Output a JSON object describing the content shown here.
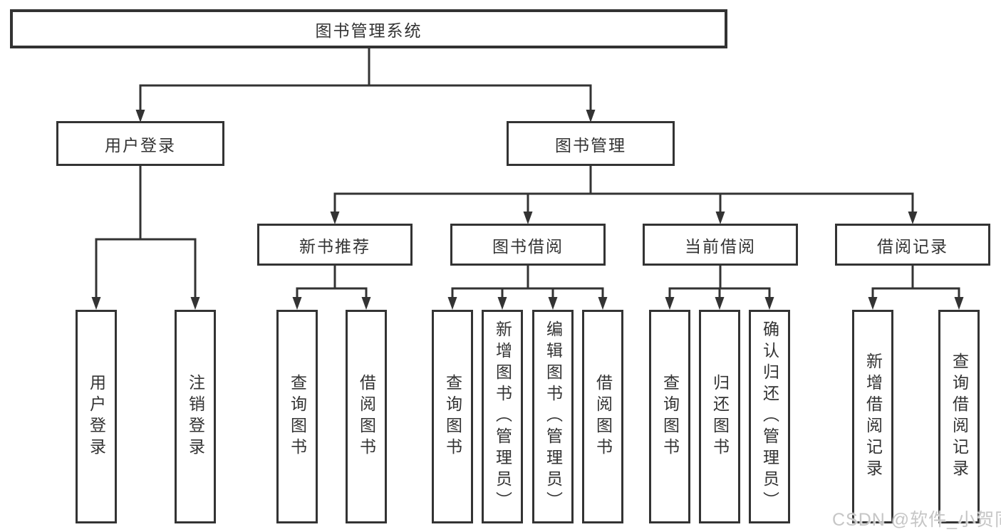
{
  "diagram": {
    "root": {
      "label": "图书管理系统"
    },
    "branches": [
      {
        "label": "用户登录",
        "children": [
          {
            "label": "用户登录"
          },
          {
            "label": "注销登录"
          }
        ]
      },
      {
        "label": "图书管理",
        "children": [
          {
            "label": "新书推荐",
            "children": [
              {
                "label": "查询图书"
              },
              {
                "label": "借阅图书"
              }
            ]
          },
          {
            "label": "图书借阅",
            "children": [
              {
                "label": "查询图书"
              },
              {
                "label": "新增图书（管理员）"
              },
              {
                "label": "编辑图书（管理员）"
              },
              {
                "label": "借阅图书"
              }
            ]
          },
          {
            "label": "当前借阅",
            "children": [
              {
                "label": "查询图书"
              },
              {
                "label": "归还图书"
              },
              {
                "label": "确认归还（管理员）"
              }
            ]
          },
          {
            "label": "借阅记录",
            "children": [
              {
                "label": "新增借阅记录"
              },
              {
                "label": "查询借阅记录"
              }
            ]
          }
        ]
      }
    ]
  },
  "watermark": {
    "text": "CSDN @软件_小贺同学"
  },
  "colors": {
    "line": "#333333",
    "text": "#333333",
    "background": "#ffffff",
    "watermark": "#c3c3c3"
  }
}
